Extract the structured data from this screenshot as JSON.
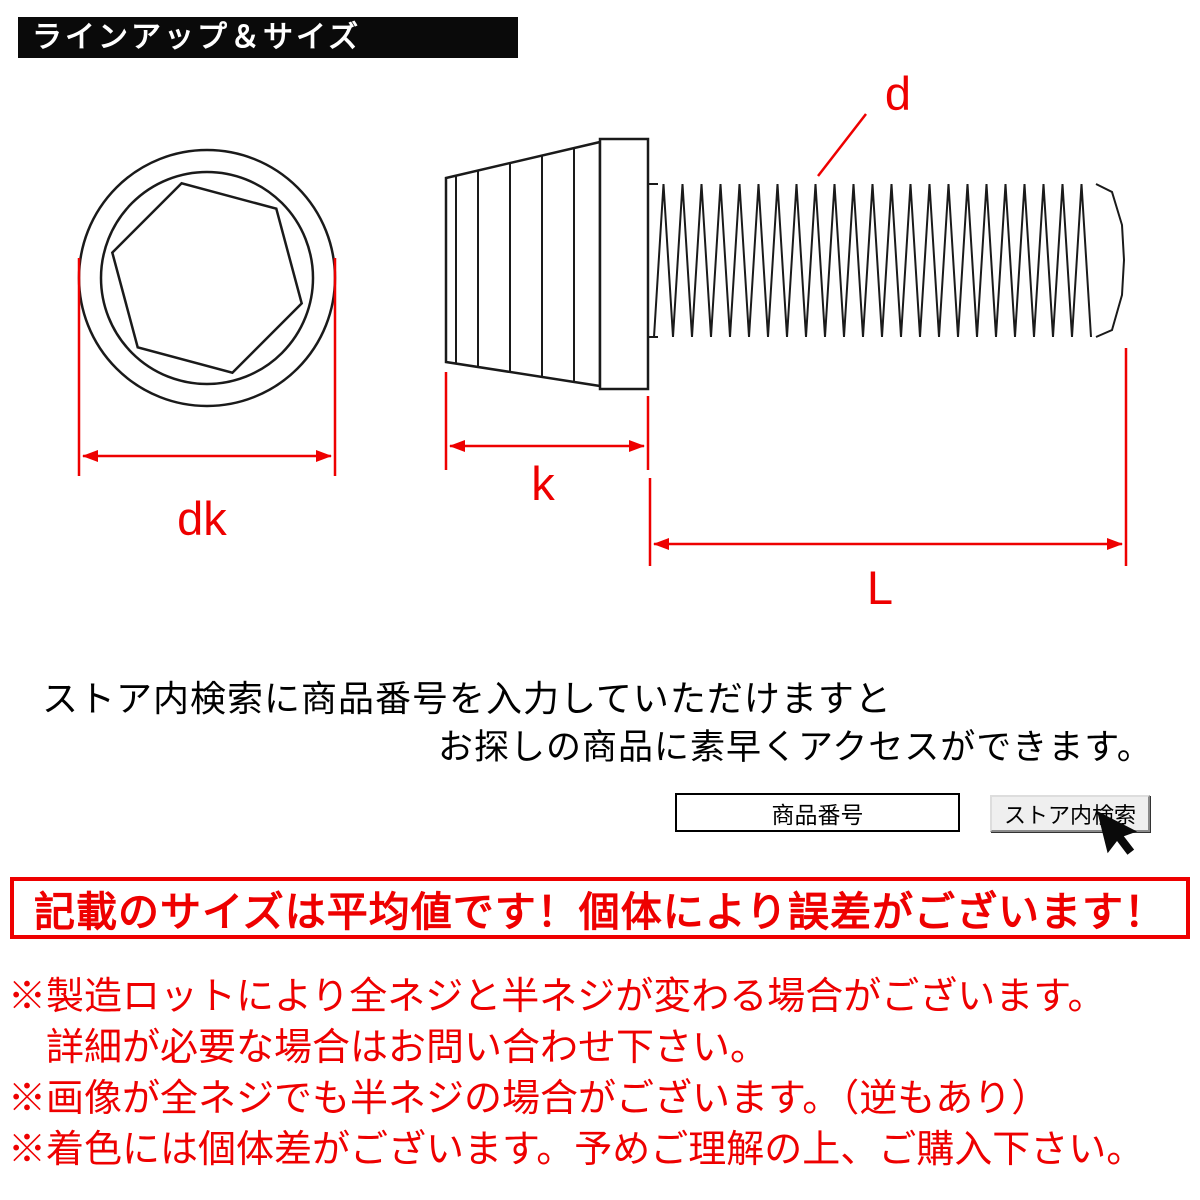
{
  "colors": {
    "accent_red": "#ee0000",
    "header_bg": "#0a0a0a"
  },
  "header": {
    "title": "ラインアップ＆サイズ"
  },
  "diagram": {
    "dim_labels": {
      "dk": "dk",
      "k": "k",
      "l": "L",
      "d": "d"
    }
  },
  "search_info": {
    "line1": "ストア内検索に商品番号を入力していただけますと",
    "line2": "お探しの商品に素早くアクセスができます。",
    "input_value": "商品番号",
    "button_label": "ストア内検索"
  },
  "notice": {
    "headline": "記載のサイズは平均値です！個体により誤差がございます！",
    "lines": [
      "※製造ロットにより全ネジと半ネジが変わる場合がございます。",
      "　詳細が必要な場合はお問い合わせ下さい。",
      "※画像が全ネジでも半ネジの場合がございます。（逆もあり）",
      "※着色には個体差がございます。予めご理解の上、ご購入下さい。"
    ]
  }
}
